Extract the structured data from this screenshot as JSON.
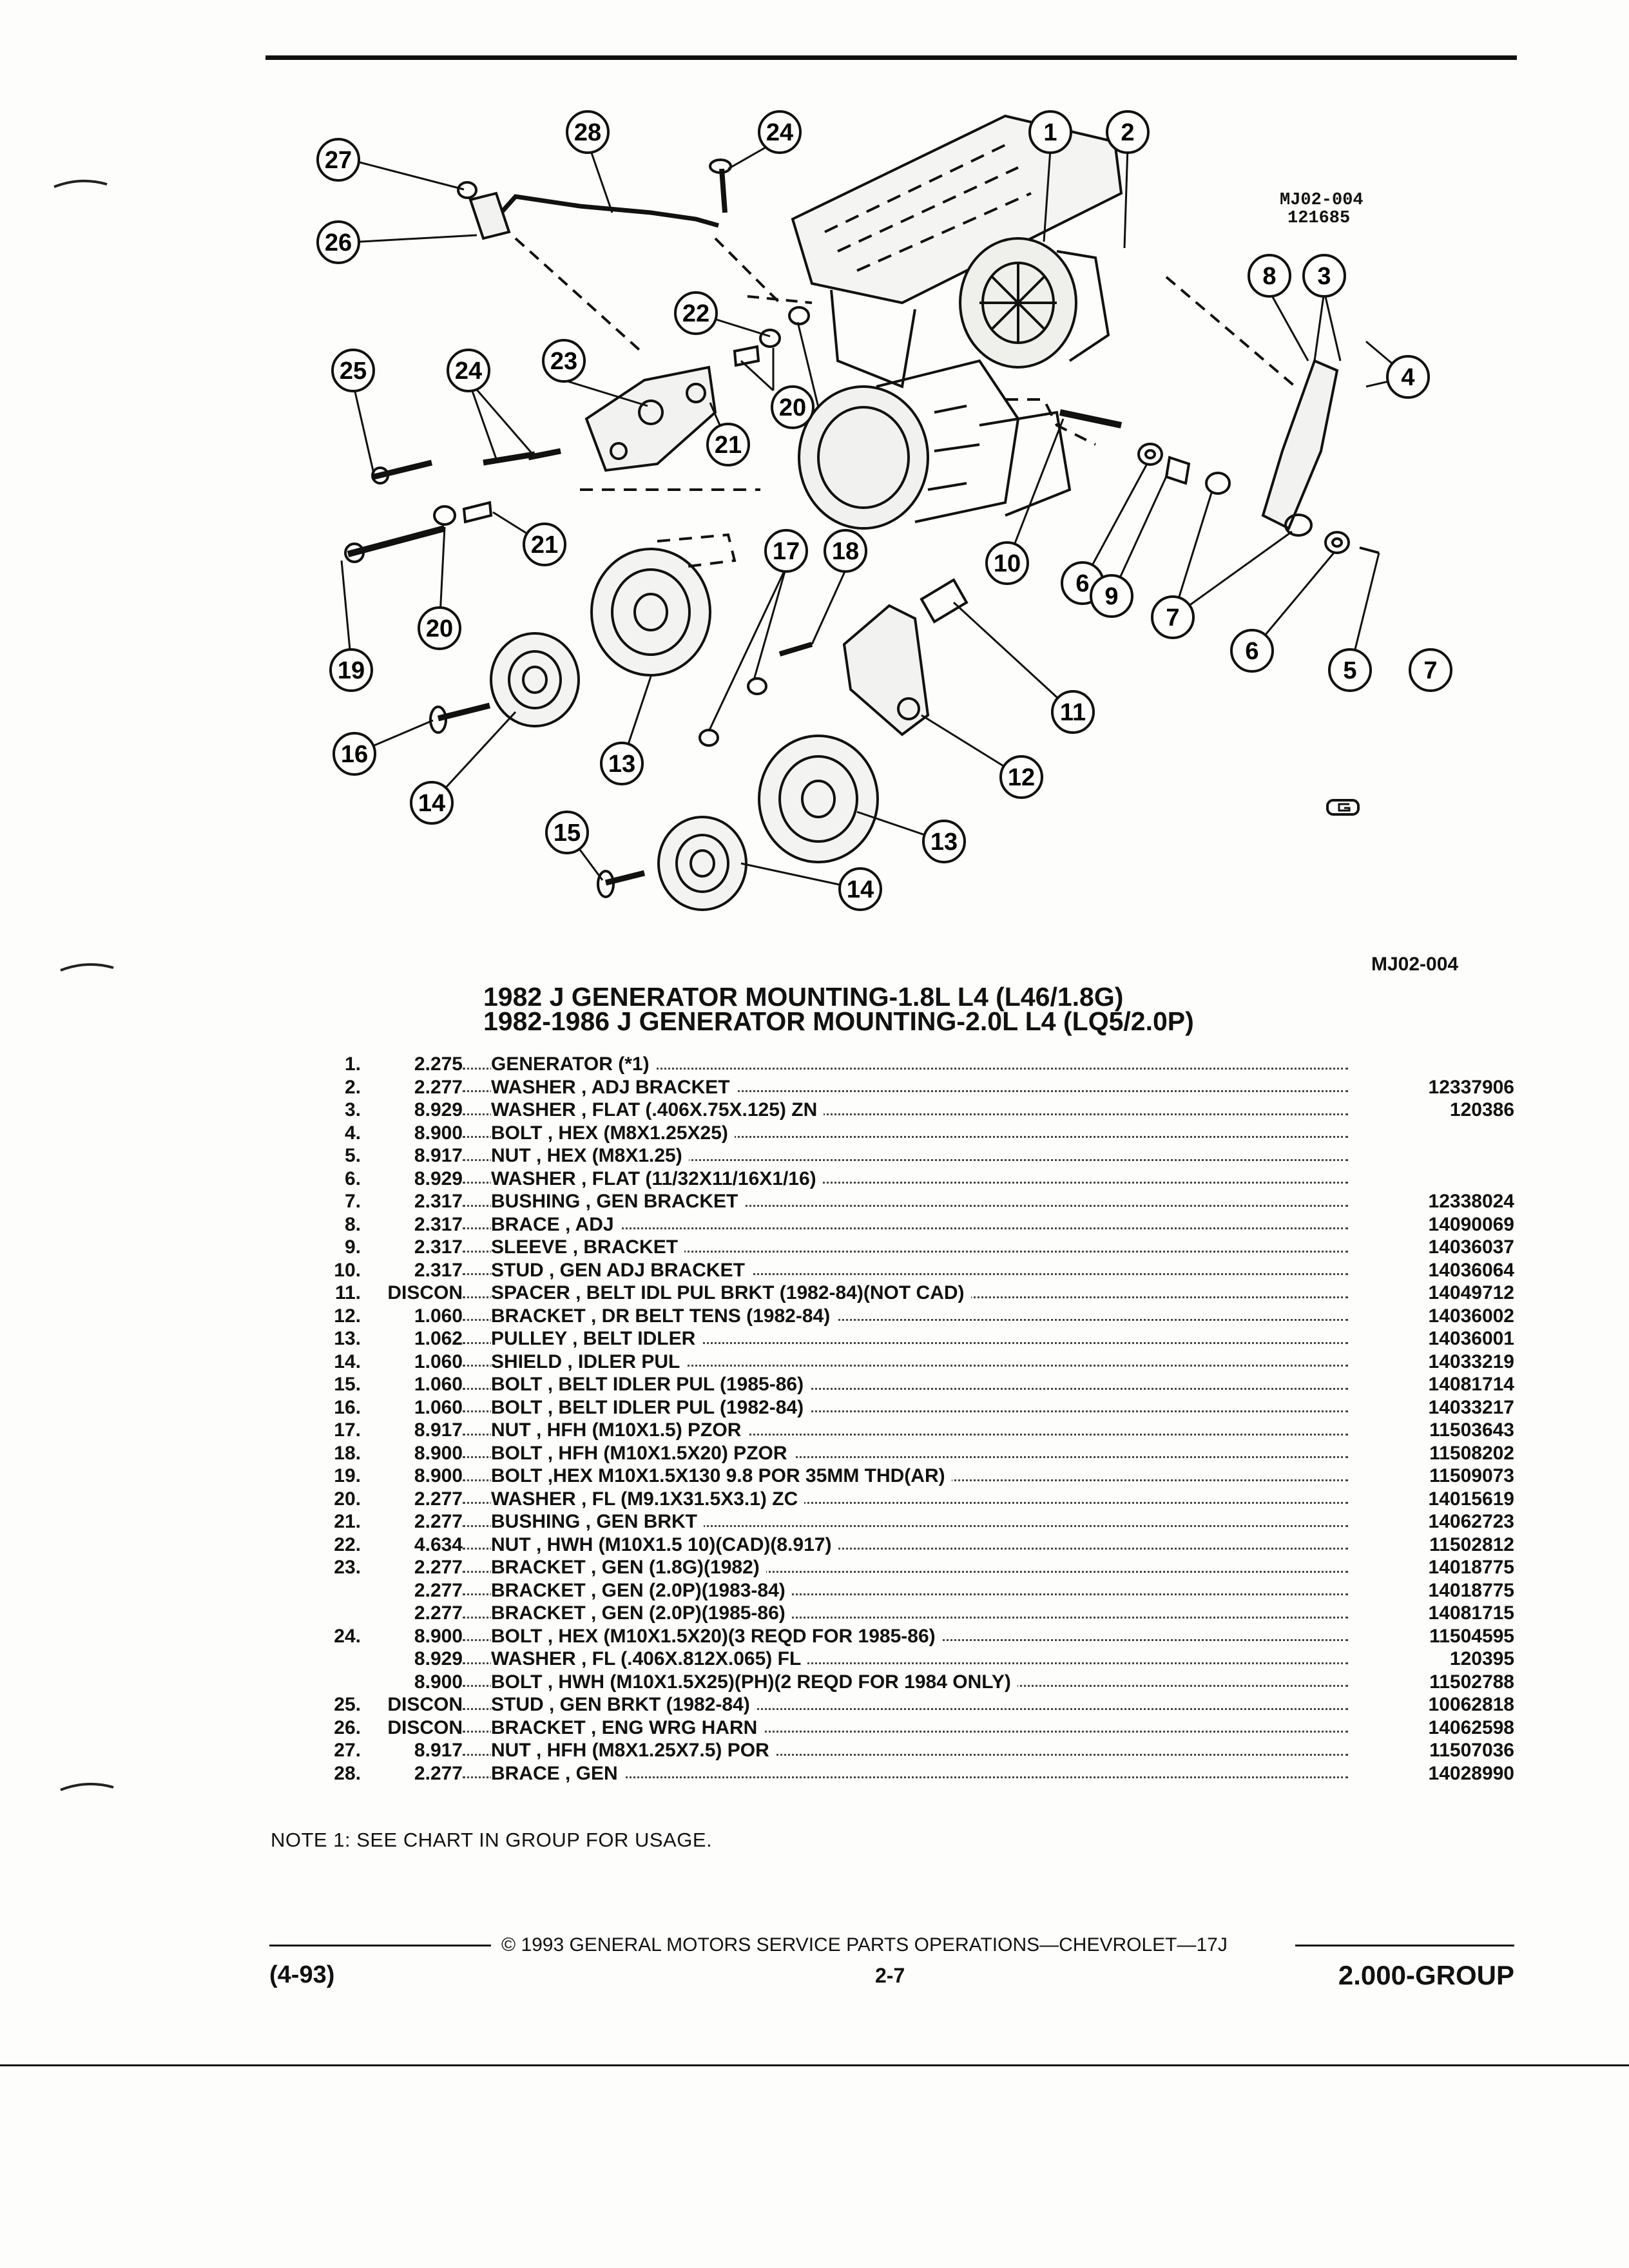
{
  "diagram": {
    "code": "MJ02-004",
    "date_code": "121685",
    "ref_id": "MJ02-004",
    "callouts": [
      "1",
      "2",
      "3",
      "4",
      "5",
      "6",
      "6",
      "7",
      "7",
      "8",
      "9",
      "10",
      "11",
      "12",
      "13",
      "13",
      "14",
      "14",
      "15",
      "16",
      "17",
      "18",
      "19",
      "20",
      "20",
      "21",
      "21",
      "22",
      "23",
      "24",
      "24",
      "25",
      "26",
      "27",
      "28"
    ]
  },
  "titles": {
    "line1": "1982 J GENERATOR MOUNTING-1.8L L4 (L46/1.8G)",
    "line2": "1982-1986 J GENERATOR MOUNTING-2.0L L4 (LQ5/2.0P)"
  },
  "parts": [
    {
      "num": "1.",
      "code": "2.275",
      "desc": "GENERATOR (*1)",
      "pn": ""
    },
    {
      "num": "2.",
      "code": "2.277",
      "desc": "WASHER , ADJ BRACKET",
      "pn": "12337906"
    },
    {
      "num": "3.",
      "code": "8.929",
      "desc": "WASHER , FLAT (.406X.75X.125) ZN",
      "pn": "120386"
    },
    {
      "num": "4.",
      "code": "8.900",
      "desc": "BOLT , HEX (M8X1.25X25)",
      "pn": ""
    },
    {
      "num": "5.",
      "code": "8.917",
      "desc": "NUT , HEX (M8X1.25)",
      "pn": ""
    },
    {
      "num": "6.",
      "code": "8.929",
      "desc": "WASHER , FLAT (11/32X11/16X1/16)",
      "pn": ""
    },
    {
      "num": "7.",
      "code": "2.317",
      "desc": "BUSHING , GEN BRACKET",
      "pn": "12338024"
    },
    {
      "num": "8.",
      "code": "2.317",
      "desc": "BRACE , ADJ",
      "pn": "14090069"
    },
    {
      "num": "9.",
      "code": "2.317",
      "desc": "SLEEVE , BRACKET",
      "pn": "14036037"
    },
    {
      "num": "10.",
      "code": "2.317",
      "desc": "STUD , GEN ADJ BRACKET",
      "pn": "14036064"
    },
    {
      "num": "11.",
      "code": "DISCON",
      "desc": "SPACER , BELT IDL PUL BRKT (1982-84)(NOT CAD)",
      "pn": "14049712"
    },
    {
      "num": "12.",
      "code": "1.060",
      "desc": "BRACKET , DR BELT TENS (1982-84)",
      "pn": "14036002"
    },
    {
      "num": "13.",
      "code": "1.062",
      "desc": "PULLEY , BELT IDLER",
      "pn": "14036001"
    },
    {
      "num": "14.",
      "code": "1.060",
      "desc": "SHIELD , IDLER PUL",
      "pn": "14033219"
    },
    {
      "num": "15.",
      "code": "1.060",
      "desc": "BOLT , BELT IDLER PUL (1985-86)",
      "pn": "14081714"
    },
    {
      "num": "16.",
      "code": "1.060",
      "desc": "BOLT , BELT IDLER PUL (1982-84)",
      "pn": "14033217"
    },
    {
      "num": "17.",
      "code": "8.917",
      "desc": "NUT , HFH (M10X1.5) PZOR",
      "pn": "11503643"
    },
    {
      "num": "18.",
      "code": "8.900",
      "desc": "BOLT , HFH (M10X1.5X20) PZOR",
      "pn": "11508202"
    },
    {
      "num": "19.",
      "code": "8.900",
      "desc": "BOLT ,HEX M10X1.5X130 9.8 POR 35MM THD(AR)",
      "pn": "11509073"
    },
    {
      "num": "20.",
      "code": "2.277",
      "desc": "WASHER , FL (M9.1X31.5X3.1) ZC",
      "pn": "14015619"
    },
    {
      "num": "21.",
      "code": "2.277",
      "desc": "BUSHING , GEN BRKT",
      "pn": "14062723"
    },
    {
      "num": "22.",
      "code": "4.634",
      "desc": "NUT , HWH (M10X1.5 10)(CAD)(8.917)",
      "pn": "11502812"
    },
    {
      "num": "23.",
      "code": "2.277",
      "desc": "BRACKET , GEN (1.8G)(1982)",
      "pn": "14018775"
    },
    {
      "num": "",
      "code": "2.277",
      "desc": "BRACKET , GEN (2.0P)(1983-84)",
      "pn": "14018775"
    },
    {
      "num": "",
      "code": "2.277",
      "desc": "BRACKET , GEN (2.0P)(1985-86)",
      "pn": "14081715"
    },
    {
      "num": "24.",
      "code": "8.900",
      "desc": "BOLT , HEX (M10X1.5X20)(3 REQD FOR 1985-86)",
      "pn": "11504595"
    },
    {
      "num": "",
      "code": "8.929",
      "desc": "WASHER , FL (.406X.812X.065) FL",
      "pn": "120395"
    },
    {
      "num": "",
      "code": "8.900",
      "desc": "BOLT , HWH (M10X1.5X25)(PH)(2 REQD FOR 1984 ONLY)",
      "pn": "11502788"
    },
    {
      "num": "25.",
      "code": "DISCON",
      "desc": "STUD , GEN BRKT (1982-84)",
      "pn": "10062818"
    },
    {
      "num": "26.",
      "code": "DISCON",
      "desc": "BRACKET , ENG WRG HARN",
      "pn": "14062598"
    },
    {
      "num": "27.",
      "code": "8.917",
      "desc": "NUT , HFH (M8X1.25X7.5) POR",
      "pn": "11507036"
    },
    {
      "num": "28.",
      "code": "2.277",
      "desc": "BRACE , GEN",
      "pn": "14028990"
    }
  ],
  "note": "NOTE  1:  SEE CHART IN GROUP FOR USAGE.",
  "footer": {
    "copyright": "© 1993 GENERAL MOTORS SERVICE PARTS OPERATIONS—CHEVROLET—17J",
    "date": "(4-93)",
    "page": "2-7",
    "group": "2.000-GROUP"
  }
}
